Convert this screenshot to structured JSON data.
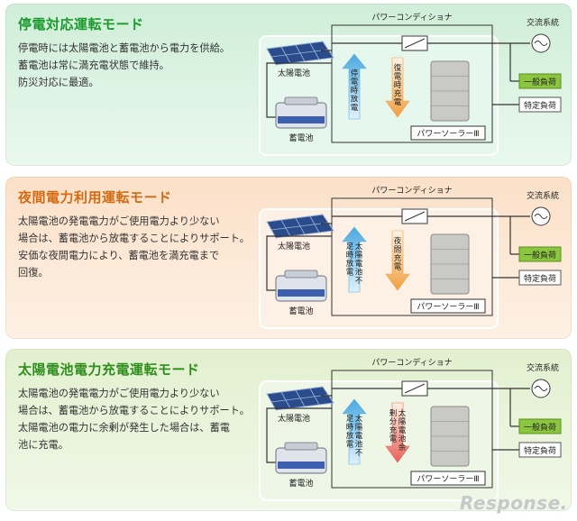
{
  "common": {
    "pcs_label": "パワーコンディショナ",
    "grid_label": "交流系統",
    "solar_label": "太陽電池",
    "battery_label": "蓄電池",
    "general_load": "一般負荷",
    "specific_load": "特定負荷",
    "product_label": "パワーソーラーⅢ"
  },
  "panels": [
    {
      "title": "停電対応運転モード",
      "title_color": "#1a9a2c",
      "bg_top": "#cfeed8",
      "bg_bottom": "#eaf8ee",
      "inner_bg": "#e6f7ed",
      "desc": [
        "停電時には太陽電池と蓄電池から電力を供給。",
        "蓄電池は常に満充電状態で維持。",
        "防災対応に最適。"
      ],
      "arrow_up_text": "停電時放電",
      "arrow_up_color": "#4aa9e0",
      "arrow_down_text": "復電時充電",
      "arrow_down_color": "#f0a040"
    },
    {
      "title": "夜間電力利用運転モード",
      "title_color": "#d36a12",
      "bg_top": "#fbe0c8",
      "bg_bottom": "#fdf1e4",
      "inner_bg": "#fdf0e4",
      "desc": [
        "太陽電池の発電電力がご使用電力より少ない",
        "場合は、蓄電池から放電することによりサポート。",
        "安価な夜間電力により、蓄電池を満充電まで",
        "回復。"
      ],
      "arrow_up_text": "太陽電池不足時放電",
      "arrow_up_color": "#4aa9e0",
      "arrow_down_text": "夜間充電",
      "arrow_down_color": "#f0a040"
    },
    {
      "title": "太陽電池電力充電運転モード",
      "title_color": "#2e8f1c",
      "bg_top": "#e2f0cf",
      "bg_bottom": "#f1f8e8",
      "inner_bg": "#eef7e6",
      "desc": [
        "太陽電池の発電電力がご使用電力より少ない",
        "場合は、蓄電池から放電することによりサポート。",
        "太陽電池の電力に余剰が発生した場合は、蓄電",
        "池に充電。"
      ],
      "arrow_up_text": "太陽電池不足時放電",
      "arrow_up_color": "#4aa9e0",
      "arrow_down_text": "太陽電池余剰分充電",
      "arrow_down_color": "#e8605a"
    }
  ],
  "watermark": "Response."
}
